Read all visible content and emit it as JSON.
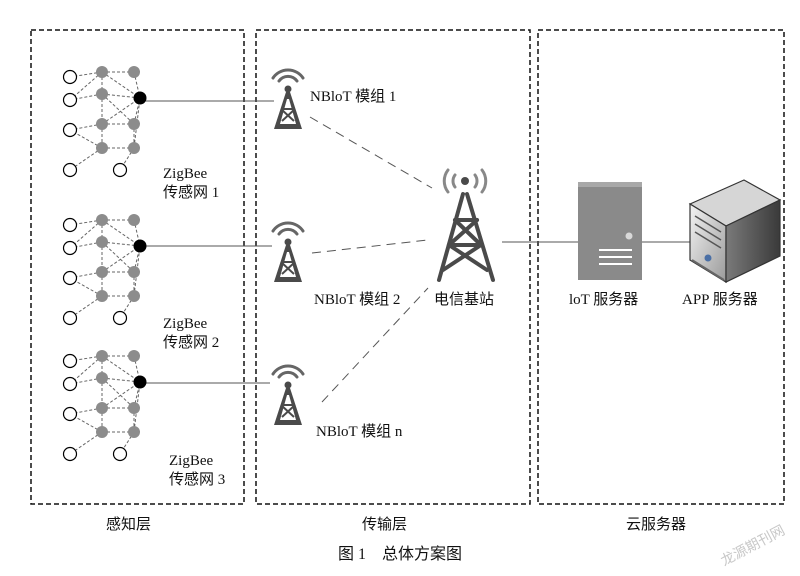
{
  "layers": {
    "perception": "感知层",
    "transport": "传输层",
    "cloud": "云服务器"
  },
  "zigbee_nets": [
    {
      "line1": "ZigBee",
      "line2": "传感网 1"
    },
    {
      "line1": "ZigBee",
      "line2": "传感网 2"
    },
    {
      "line1": "ZigBee",
      "line2": "传感网 3"
    }
  ],
  "nbiot_modules": [
    "NBloT 模组 1",
    "NBloT 模组 2",
    "NBloT 模组 n"
  ],
  "base_station": "电信基站",
  "iot_server": "loT 服务器",
  "app_server": "APP 服务器",
  "caption": "图 1　总体方案图",
  "watermark": "龙源期刊网",
  "icons": {
    "antenna": "antenna-tower-icon",
    "base_station": "cell-tower-icon",
    "iot_server": "server-rack-icon",
    "app_server": "desktop-server-icon"
  },
  "colors": {
    "node_gray": "#8c8c8c",
    "node_black": "#000000",
    "tower_gray": "#4a4a4a",
    "server_gray": "#8a8a8a",
    "line": "#555555"
  }
}
